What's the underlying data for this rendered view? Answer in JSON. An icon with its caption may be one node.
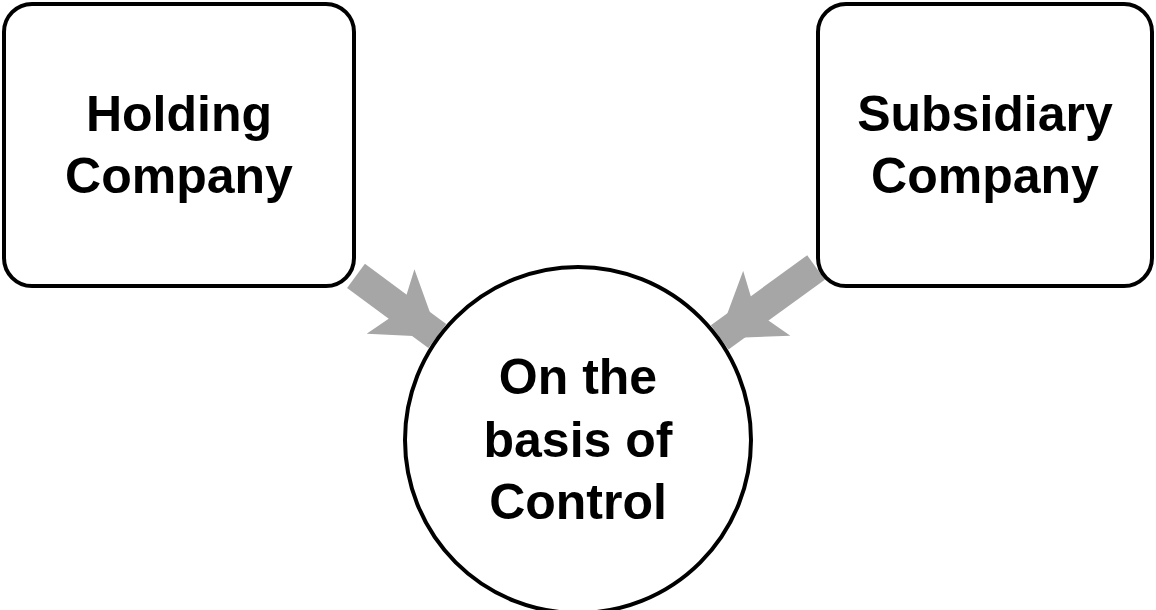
{
  "diagram": {
    "nodes": [
      {
        "text": [
          "Holding Company"
        ]
      },
      {
        "text": [
          "Subsidiary Company"
        ]
      },
      {
        "text": [
          "On the basis of Control"
        ]
      }
    ],
    "edges": [
      {
        "from": 0,
        "to": 2,
        "arrow": "to"
      },
      {
        "from": 1,
        "to": 2,
        "arrow": "to"
      }
    ]
  }
}
